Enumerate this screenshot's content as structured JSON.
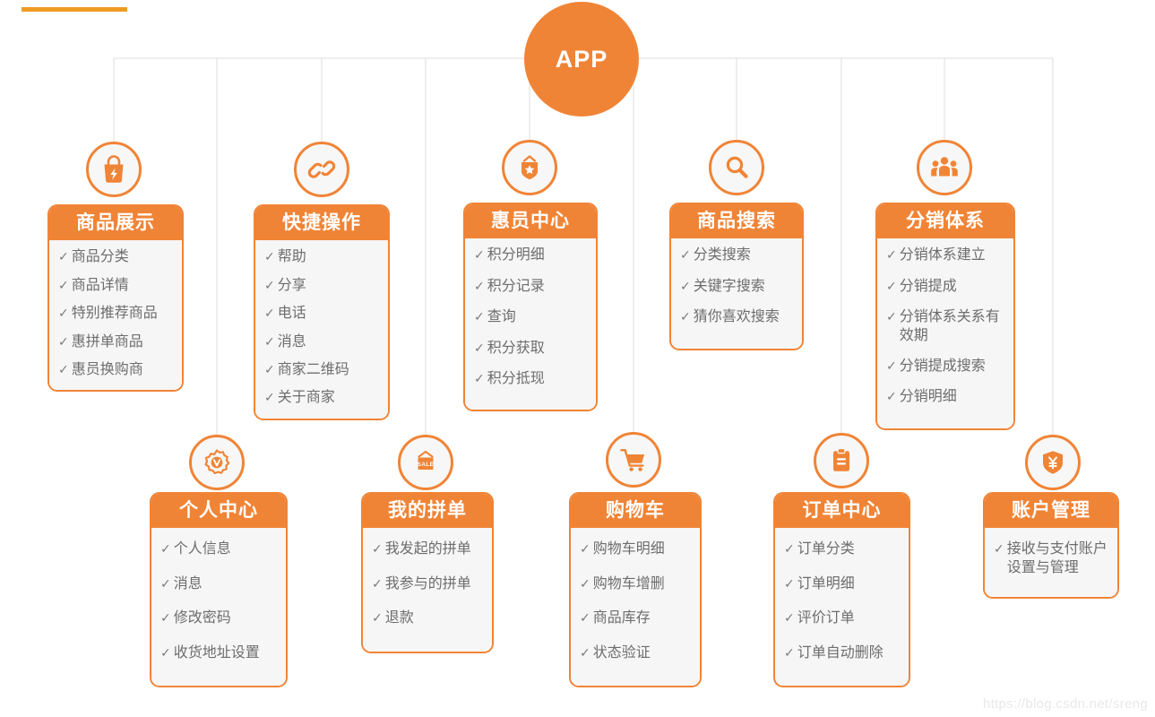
{
  "root": {
    "label": "APP",
    "color": "#F08436"
  },
  "theme": {
    "accent": "#F08436",
    "accent_bar": "#EF9B23",
    "card_bg": "#F6F6F6",
    "card_text": "#6D6D6D",
    "connector_line": "#D8D8D8",
    "header_text": "#FFFFFF"
  },
  "accent_bar": {
    "name": "top-accent-bar"
  },
  "watermark": {
    "text": "https://blog.csdn.net/sreng"
  },
  "check_glyph": "✓",
  "nodes": [
    {
      "id": "product-display",
      "title": "商品展示",
      "icon": "shopping-bag-flash-icon",
      "row": "top",
      "items": [
        "商品分类",
        "商品详情",
        "特别推荐商品",
        "惠拼单商品",
        "惠员换购商"
      ]
    },
    {
      "id": "quick-actions",
      "title": "快捷操作",
      "icon": "chain-link-icon",
      "row": "top",
      "items": [
        "帮助",
        "分享",
        "电话",
        "消息",
        "商家二维码",
        "关于商家"
      ]
    },
    {
      "id": "member-center",
      "title": "惠员中心",
      "icon": "badge-star-icon",
      "row": "top",
      "items": [
        "积分明细",
        "积分记录",
        "查询",
        "积分获取",
        "积分抵现"
      ]
    },
    {
      "id": "product-search",
      "title": "商品搜索",
      "icon": "search-icon",
      "row": "top",
      "items": [
        "分类搜索",
        "关键字搜索",
        "猜你喜欢搜索"
      ]
    },
    {
      "id": "distribution-system",
      "title": "分销体系",
      "icon": "people-group-icon",
      "row": "top",
      "items": [
        "分销体系建立",
        "分销提成",
        "分销体系关系有效期",
        "分销提成搜索",
        "分销明细"
      ]
    },
    {
      "id": "personal-center",
      "title": "个人中心",
      "icon": "verified-badge-icon",
      "row": "bottom",
      "items": [
        "个人信息",
        "消息",
        "修改密码",
        "收货地址设置"
      ]
    },
    {
      "id": "my-group-order",
      "title": "我的拼单",
      "icon": "sale-tag-icon",
      "row": "bottom",
      "items": [
        "我发起的拼单",
        "我参与的拼单",
        "退款"
      ]
    },
    {
      "id": "shopping-cart",
      "title": "购物车",
      "icon": "shopping-cart-icon",
      "row": "bottom",
      "items": [
        "购物车明细",
        "购物车增删",
        "商品库存",
        "状态验证"
      ]
    },
    {
      "id": "order-center",
      "title": "订单中心",
      "icon": "clipboard-icon",
      "row": "bottom",
      "items": [
        "订单分类",
        "订单明细",
        "评价订单",
        "订单自动删除"
      ]
    },
    {
      "id": "account-management",
      "title": "账户管理",
      "icon": "shield-yen-icon",
      "row": "bottom",
      "items": [
        "接收与支付账户设置与管理"
      ]
    }
  ]
}
